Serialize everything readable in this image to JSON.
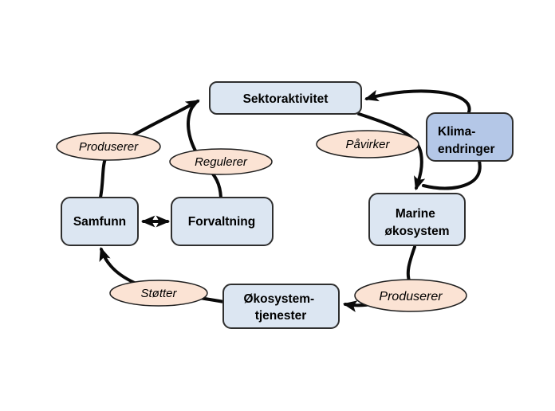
{
  "diagram": {
    "background": "#ffffff",
    "colors": {
      "box_light": "#dce6f2",
      "box_accent": "#b4c7e7",
      "ellipse_fill": "#fbe3d4",
      "box_border": "#2f2f2f",
      "ellipse_border": "#1f1f1f",
      "arrow": "#0a0a0a",
      "text": "#000000"
    },
    "nodes": {
      "sektoraktivitet": {
        "label": "Sektoraktivitet"
      },
      "klimaendringer": {
        "line1": "Klima-",
        "line2": "endringer"
      },
      "marine_okosystem": {
        "line1": "Marine",
        "line2": "økosystem"
      },
      "samfunn": {
        "label": "Samfunn"
      },
      "forvaltning": {
        "label": "Forvaltning"
      },
      "okosystem_tjenester": {
        "line1": "Økosystem-",
        "line2": "tjenester"
      }
    },
    "edge_labels": {
      "produserer_top": "Produserer",
      "regulerer": "Regulerer",
      "pavirker": "Påvirker",
      "stotter": "Støtter",
      "produserer_bottom": "Produserer"
    },
    "edges": [
      {
        "from": "Samfunn",
        "to": "Sektoraktivitet",
        "label": "Produserer"
      },
      {
        "from": "Forvaltning",
        "to": "Sektoraktivitet",
        "label": "Regulerer"
      },
      {
        "from": "Klima-endringer",
        "to": "Sektoraktivitet",
        "label": ""
      },
      {
        "from": "Sektoraktivitet",
        "to": "Marine økosystem",
        "label": "Påvirker"
      },
      {
        "from": "Klima-endringer",
        "to": "Marine økosystem",
        "label": ""
      },
      {
        "from": "Marine økosystem",
        "to": "Økosystem-tjenester",
        "label": "Produserer"
      },
      {
        "from": "Økosystem-tjenester",
        "to": "Samfunn",
        "label": "Støtter"
      },
      {
        "from": "Samfunn",
        "to": "Forvaltning",
        "label": "",
        "bidirectional": true
      }
    ]
  }
}
